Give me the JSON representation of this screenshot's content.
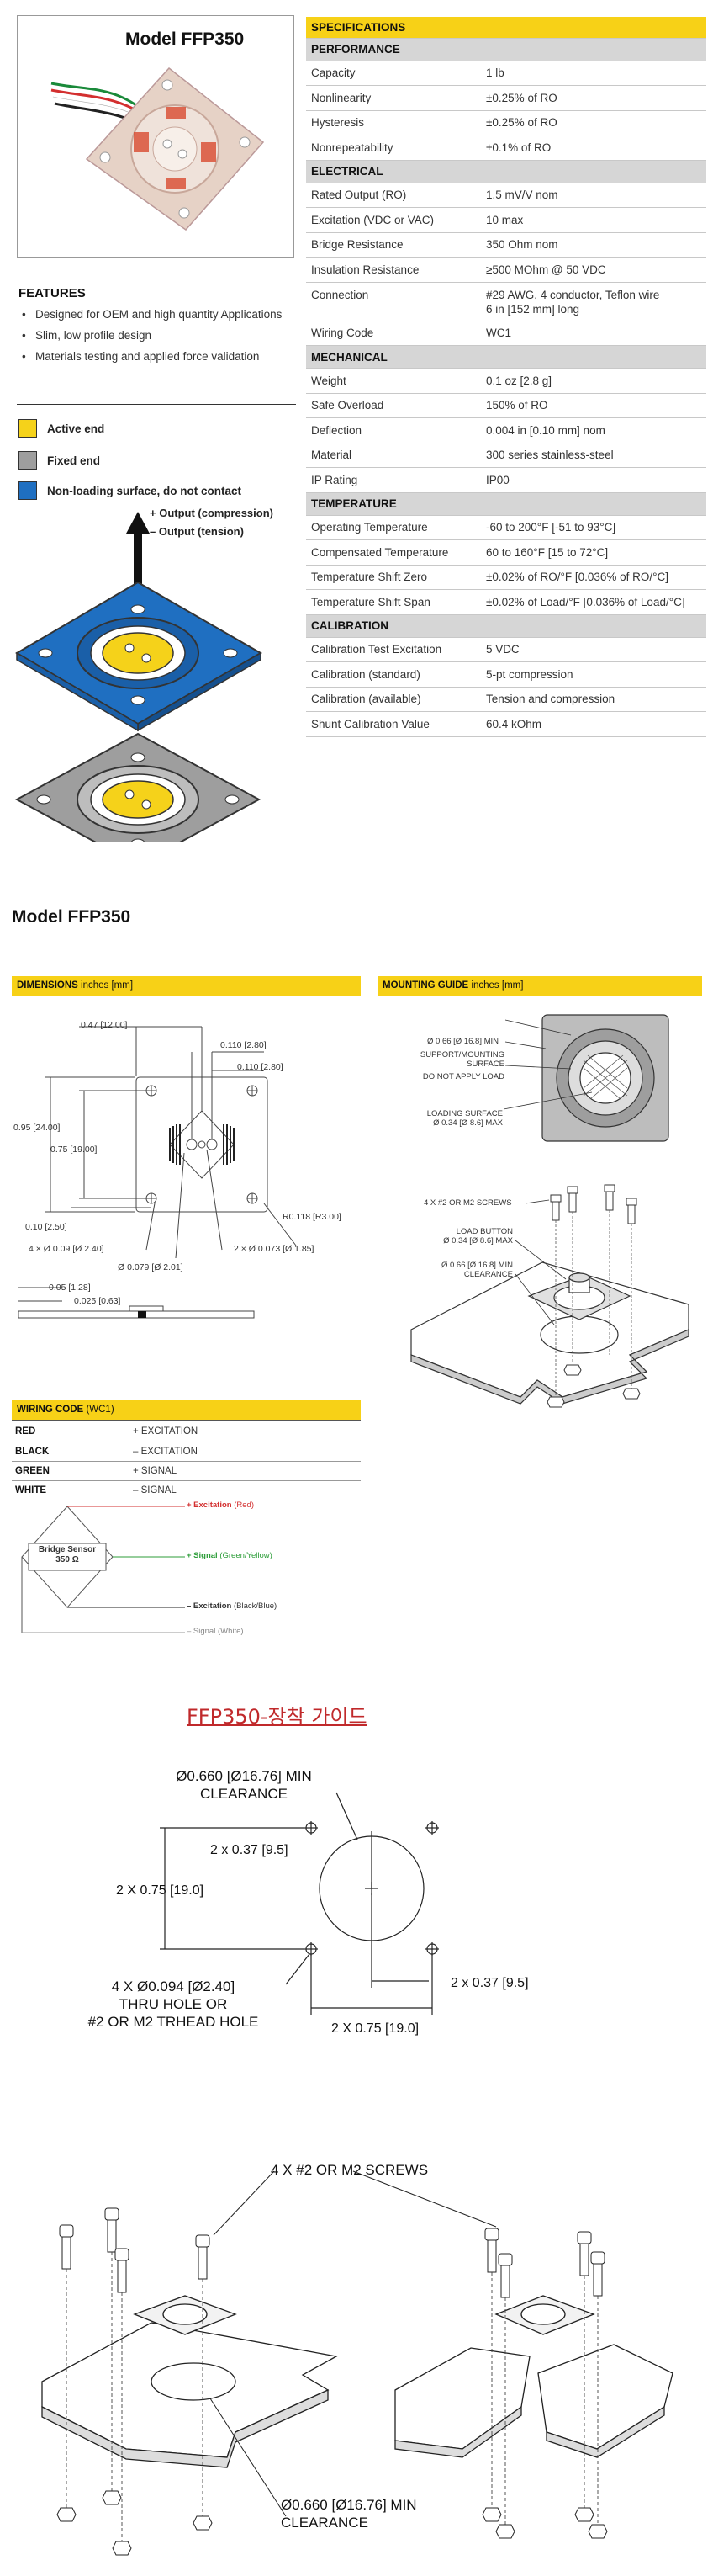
{
  "product": {
    "model_title": "Model FFP350"
  },
  "features": {
    "title": "FEATURES",
    "items": [
      "Designed for OEM and high quantity Applications",
      "Slim, low profile design",
      "Materials testing and applied force validation"
    ]
  },
  "legend": {
    "items": [
      {
        "label": "Active end",
        "color": "#f5d21a"
      },
      {
        "label": "Fixed end",
        "color": "#9e9e9e"
      },
      {
        "label": "Non-loading surface, do not contact",
        "color": "#1f6fc1"
      }
    ],
    "output_compression": "+ Output (compression)",
    "output_tension": "– Output (tension)"
  },
  "specs": {
    "header": "SPECIFICATIONS",
    "sections": [
      {
        "title": "PERFORMANCE",
        "rows": [
          [
            "Capacity",
            "1 lb"
          ],
          [
            "Nonlinearity",
            "±0.25% of RO"
          ],
          [
            "Hysteresis",
            "±0.25% of RO"
          ],
          [
            "Nonrepeatability",
            "±0.1% of RO"
          ]
        ]
      },
      {
        "title": "ELECTRICAL",
        "rows": [
          [
            "Rated Output (RO)",
            "1.5 mV/V nom"
          ],
          [
            "Excitation (VDC or VAC)",
            "10 max"
          ],
          [
            "Bridge Resistance",
            "350 Ohm nom"
          ],
          [
            "Insulation Resistance",
            "≥500 MOhm @ 50 VDC"
          ],
          [
            "Connection",
            "#29 AWG, 4 conductor, Teflon wire",
            "6 in [152 mm] long"
          ],
          [
            "Wiring Code",
            "WC1"
          ]
        ]
      },
      {
        "title": "MECHANICAL",
        "rows": [
          [
            "Weight",
            "0.1 oz [2.8 g]"
          ],
          [
            "Safe Overload",
            "150% of RO"
          ],
          [
            "Deflection",
            "0.004 in [0.10 mm] nom"
          ],
          [
            "Material",
            "300 series stainless-steel"
          ],
          [
            "IP Rating",
            "IP00"
          ]
        ]
      },
      {
        "title": "TEMPERATURE",
        "rows": [
          [
            "Operating Temperature",
            "-60 to 200°F [-51 to 93°C]"
          ],
          [
            "Compensated Temperature",
            "60 to 160°F [15 to 72°C]"
          ],
          [
            "Temperature Shift Zero",
            "±0.02% of RO/°F [0.036% of RO/°C]"
          ],
          [
            "Temperature Shift Span",
            "±0.02% of Load/°F [0.036% of Load/°C]"
          ]
        ]
      },
      {
        "title": "CALIBRATION",
        "rows": [
          [
            "Calibration Test Excitation",
            "5 VDC"
          ],
          [
            "Calibration (standard)",
            "5-pt compression"
          ],
          [
            "Calibration (available)",
            "Tension and compression"
          ],
          [
            "Shunt Calibration Value",
            "60.4 kOhm"
          ]
        ]
      }
    ]
  },
  "drawing": {
    "model_title": "Model FFP350",
    "dimensions_header": "DIMENSIONS",
    "dimensions_unit": "inches [mm]",
    "mounting_header": "MOUNTING GUIDE",
    "mounting_unit": "inches [mm]",
    "dims": {
      "d1": "0.47 [12.00]",
      "d2": "0.110 [2.80]",
      "d3": "0.110 [2.80]",
      "d4": "0.95 [24.00]",
      "d5": "0.75 [19.00]",
      "d6": "0.10 [2.50]",
      "d7": "4 × Ø 0.09 [Ø 2.40]",
      "d8": "Ø 0.079 [Ø 2.01]",
      "d9": "2 × Ø 0.073 [Ø 1.85]",
      "d10": "R0.118 [R3.00]",
      "d11": "0.05 [1.28]",
      "d12": "0.025 [0.63]"
    },
    "mount": {
      "m1": "Ø 0.66 [Ø 16.8] MIN",
      "m2a": "SUPPORT/MOUNTING",
      "m2b": "SURFACE",
      "m3": "DO NOT APPLY LOAD",
      "m4a": "LOADING SURFACE",
      "m4b": "Ø 0.34 [Ø 8.6] MAX",
      "m5": "4 X #2 OR M2 SCREWS",
      "m6a": "LOAD BUTTON",
      "m6b": "Ø 0.34 [Ø 8.6] MAX",
      "m7a": "Ø 0.66 [Ø 16.8] MIN",
      "m7b": "CLEARANCE"
    },
    "wiring_header": "WIRING CODE",
    "wiring_code": "(WC1)",
    "wiring_rows": [
      [
        "RED",
        "+ EXCITATION"
      ],
      [
        "BLACK",
        "– EXCITATION"
      ],
      [
        "GREEN",
        "+ SIGNAL"
      ],
      [
        "WHITE",
        "– SIGNAL"
      ]
    ],
    "bridge": {
      "sensor_label": "Bridge Sensor",
      "ohms": "350 Ω",
      "exc_pos": "+ Excitation",
      "exc_pos_color": "(Red)",
      "sig_pos": "+ Signal",
      "sig_pos_color": "(Green/Yellow)",
      "exc_neg": "– Excitation",
      "exc_neg_color": "(Black/Blue)",
      "sig_neg": "– Signal",
      "sig_neg_color": "(White)"
    }
  },
  "guide": {
    "title": "FFP350-장착 가이드",
    "clearance_a": "Ø0.660 [Ø16.76] MIN",
    "clearance_b": "CLEARANCE",
    "half_top": "2 x 0.37 [9.5]",
    "vertical": "2 X 0.75 [19.0]",
    "hole_a": "4 X Ø0.094 [Ø2.40]",
    "hole_b": "THRU HOLE OR",
    "hole_c": "#2 OR M2 TRHEAD HOLE",
    "half_right": "2 x 0.37 [9.5]",
    "horizontal": "2 X 0.75 [19.0]",
    "screws": "4 X #2 OR M2 SCREWS",
    "bottom_clear_a": "Ø0.660 [Ø16.76] MIN",
    "bottom_clear_b": "CLEARANCE"
  }
}
